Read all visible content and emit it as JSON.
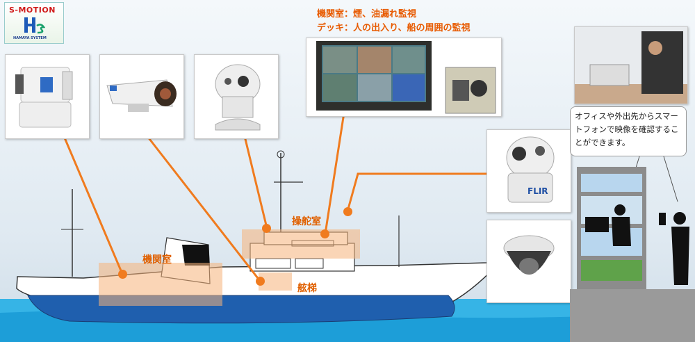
{
  "logo": {
    "brand_text": "S-MOTION",
    "sub_text": "HAMAYA SYSTEM",
    "mark_letters": "Hs"
  },
  "monitor_caption": {
    "line1": "機関室：煙、油漏れ監視",
    "line2": "デッキ：人の出入り、船の周囲の監視"
  },
  "zones": {
    "engine_room": "機関室",
    "bridge": "操舵室",
    "ladder": "舷梯"
  },
  "speech_bubble": {
    "text": "オフィスや外出先からスマートフォンで映像を確認することができます。"
  },
  "camera_labels": {
    "flir_brand": "FLIR"
  },
  "colors": {
    "accent_orange": "#f07b1e",
    "caption_orange": "#e85a00",
    "sea_blue": "#1ba7df",
    "hull_blue": "#1f5fae"
  },
  "icons": [
    "pan-tilt-camera-icon",
    "bullet-camera-icon",
    "dome-camera-icon",
    "monitor-icon",
    "control-panel-icon",
    "flir-camera-icon",
    "ptz-dome-camera-icon",
    "laptop-user-icon",
    "building-icon",
    "phone-user-icon"
  ]
}
